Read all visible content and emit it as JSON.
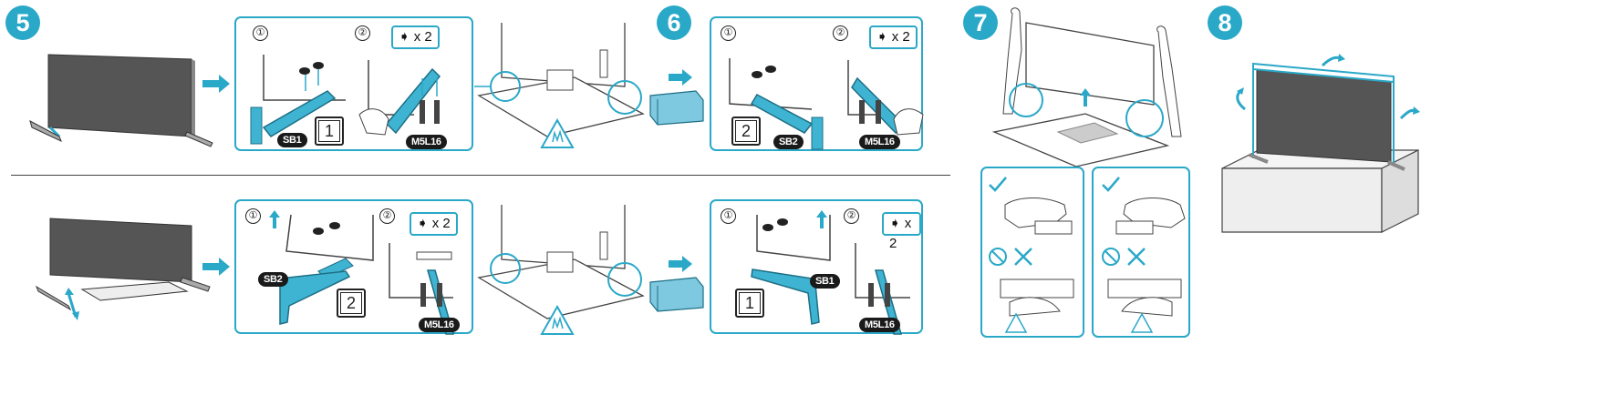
{
  "steps": {
    "s5": "5",
    "s6": "6",
    "s7": "7",
    "s8": "8"
  },
  "substeps": {
    "one": "①",
    "two": "②"
  },
  "labels": {
    "sb1": "SB1",
    "sb2": "SB2",
    "m5l16": "M5L16",
    "screw_count": "x 2",
    "box1": "1",
    "box2": "2"
  },
  "colors": {
    "accent": "#2aa8c8",
    "dark": "#1a1a1a",
    "screen": "#555555"
  },
  "icons": {
    "screw": "screw-arrow-icon",
    "caution": "caution-hand-icon",
    "check": "check-icon",
    "prohibited": "prohibited-icon",
    "cross": "cross-icon"
  }
}
